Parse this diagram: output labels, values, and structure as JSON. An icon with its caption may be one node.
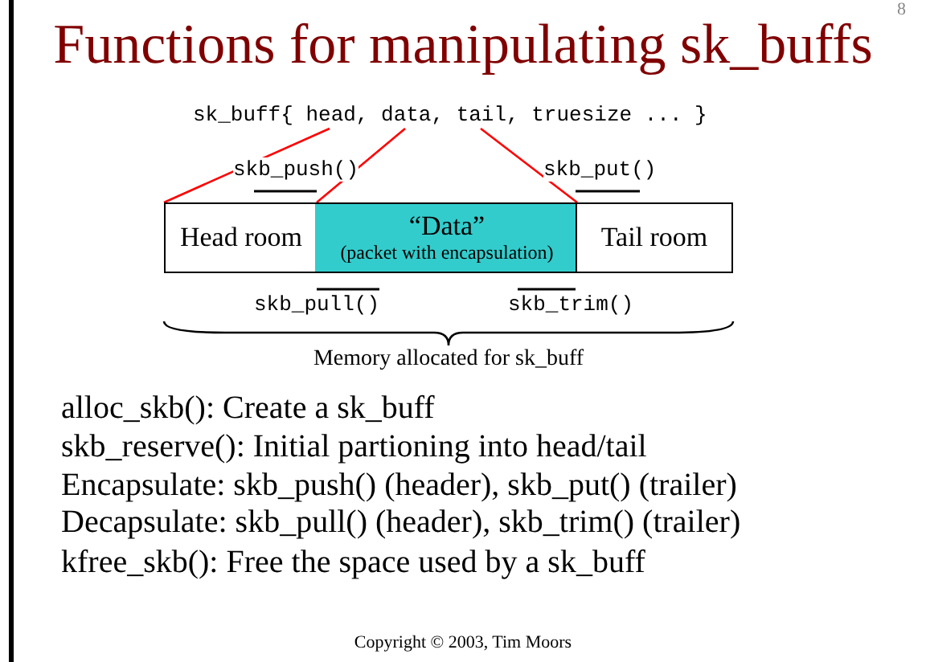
{
  "diagram": {
    "title": "Functions for manipulating sk_buffs",
    "nodes": [
      {
        "text": [
          "sk_buff{ head, data, tail, truesize ... }"
        ]
      },
      {
        "text": [
          "Head room"
        ]
      },
      {
        "text": [
          "“Data”",
          "(packet with encapsulation)"
        ]
      },
      {
        "text": [
          "Tail room"
        ]
      }
    ],
    "edges": [
      {
        "from": 0,
        "to": 1,
        "arrow": "none",
        "color": "#ff0000"
      },
      {
        "from": 0,
        "to": 2,
        "arrow": "none",
        "color": "#ff0000"
      },
      {
        "from": 0,
        "to": 3,
        "arrow": "none",
        "color": "#ff0000"
      }
    ],
    "labels": [
      "8",
      "skb_push()",
      "skb_put()",
      "skb_pull()",
      "skb_trim()",
      "Memory allocated for sk_buff",
      "alloc_skb(): Create a sk_buff",
      "skb_reserve(): Initial partioning into head/tail",
      "Encapsulate: skb_push() (header), skb_put() (trailer)",
      "Decapsulate: skb_pull() (header), skb_trim() (trailer)",
      "kfree_skb(): Free the space used by a sk_buff",
      "Copyright © 2003, Tim Moors"
    ]
  }
}
